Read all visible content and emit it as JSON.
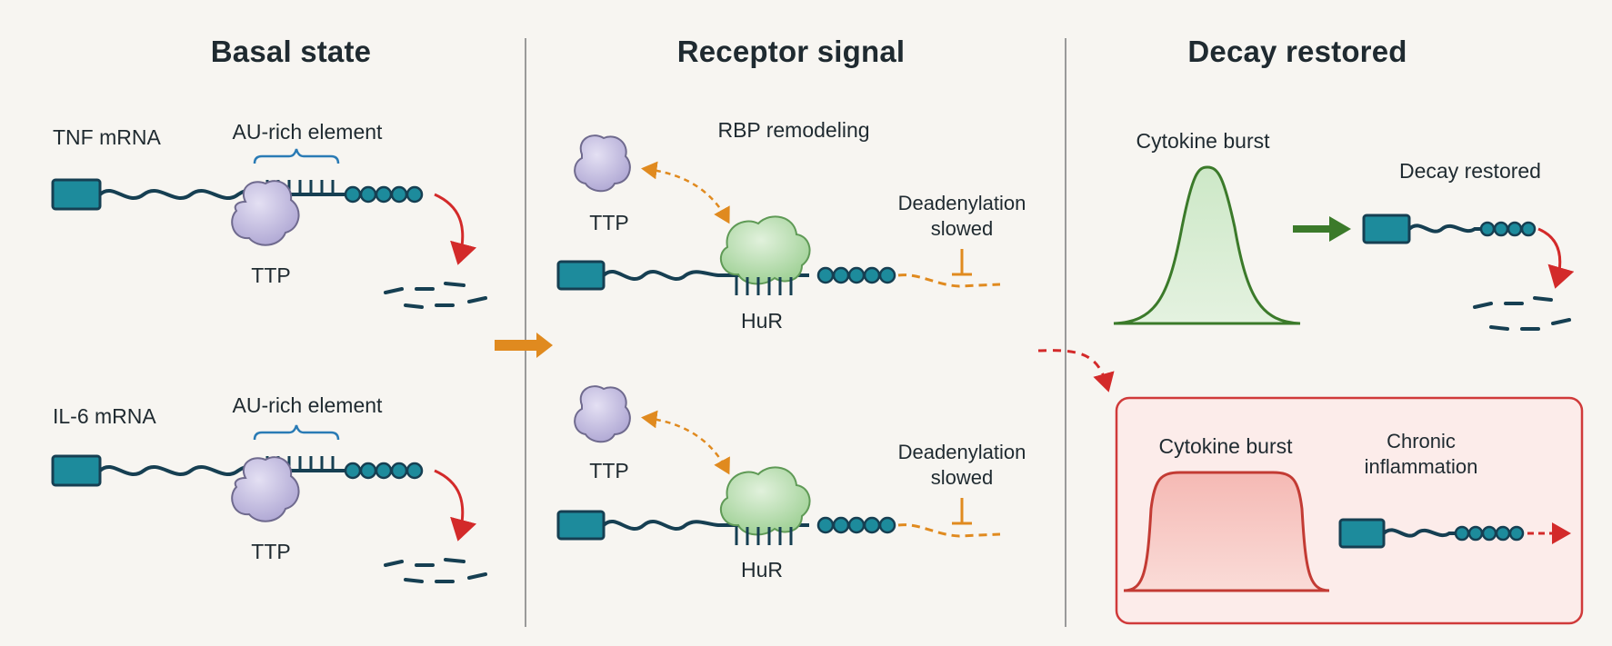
{
  "panels": {
    "basal": {
      "title": "Basal state",
      "tnf_label": "TNF mRNA",
      "il6_label": "IL-6 mRNA",
      "are_label": "AU-rich element",
      "ttp_label": "TTP"
    },
    "receptor": {
      "title": "Receptor signal",
      "remodeling_label": "RBP remodeling",
      "ttp_label": "TTP",
      "hur_label": "HuR",
      "deadenylation_line1": "Deadenylation",
      "deadenylation_line2": "slowed"
    },
    "decay": {
      "title": "Decay restored",
      "burst_label": "Cytokine burst",
      "restored_label": "Decay restored",
      "chronic": {
        "burst_label": "Cytokine burst",
        "chronic_line1": "Chronic",
        "chronic_line2": "inflammation"
      }
    }
  },
  "colors": {
    "background": "#f7f5f1",
    "mrna_box": "#1d8b9c",
    "mrna_strand": "#163f52",
    "ttp": "#c4bde0",
    "hur": "#bfe0b8",
    "decay_arrow": "#d32a2a",
    "orange": "#e08a1f",
    "green_arrow": "#3b7a2a",
    "chronic_border": "#d03a3a",
    "chronic_fill": "#fcecea"
  }
}
